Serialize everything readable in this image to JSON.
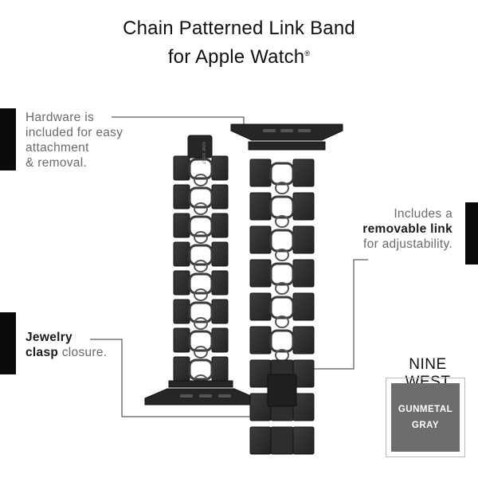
{
  "title": {
    "line1": "Chain Patterned Link Band",
    "line2": "for Apple Watch",
    "reg_mark": "®"
  },
  "callouts": {
    "hardware": {
      "line1": "Hardware is",
      "line2": "included for easy",
      "line3": "attachment",
      "line4": "& removal."
    },
    "removable": {
      "line1": "Includes a",
      "bold": "removable link",
      "line3": "for adjustability."
    },
    "clasp": {
      "bold1": "Jewelry",
      "bold2": "clasp",
      "rest": "closure."
    }
  },
  "brand": "NINE WEST",
  "swatch": {
    "line1": "GUNMETAL",
    "line2": "GRAY",
    "color": "#6d6d6d"
  },
  "band_engraving": "NINE WEST",
  "colors": {
    "band": "#2b2b2b",
    "link": "#3a3a3a",
    "accent_bar": "#0a0a0a"
  }
}
